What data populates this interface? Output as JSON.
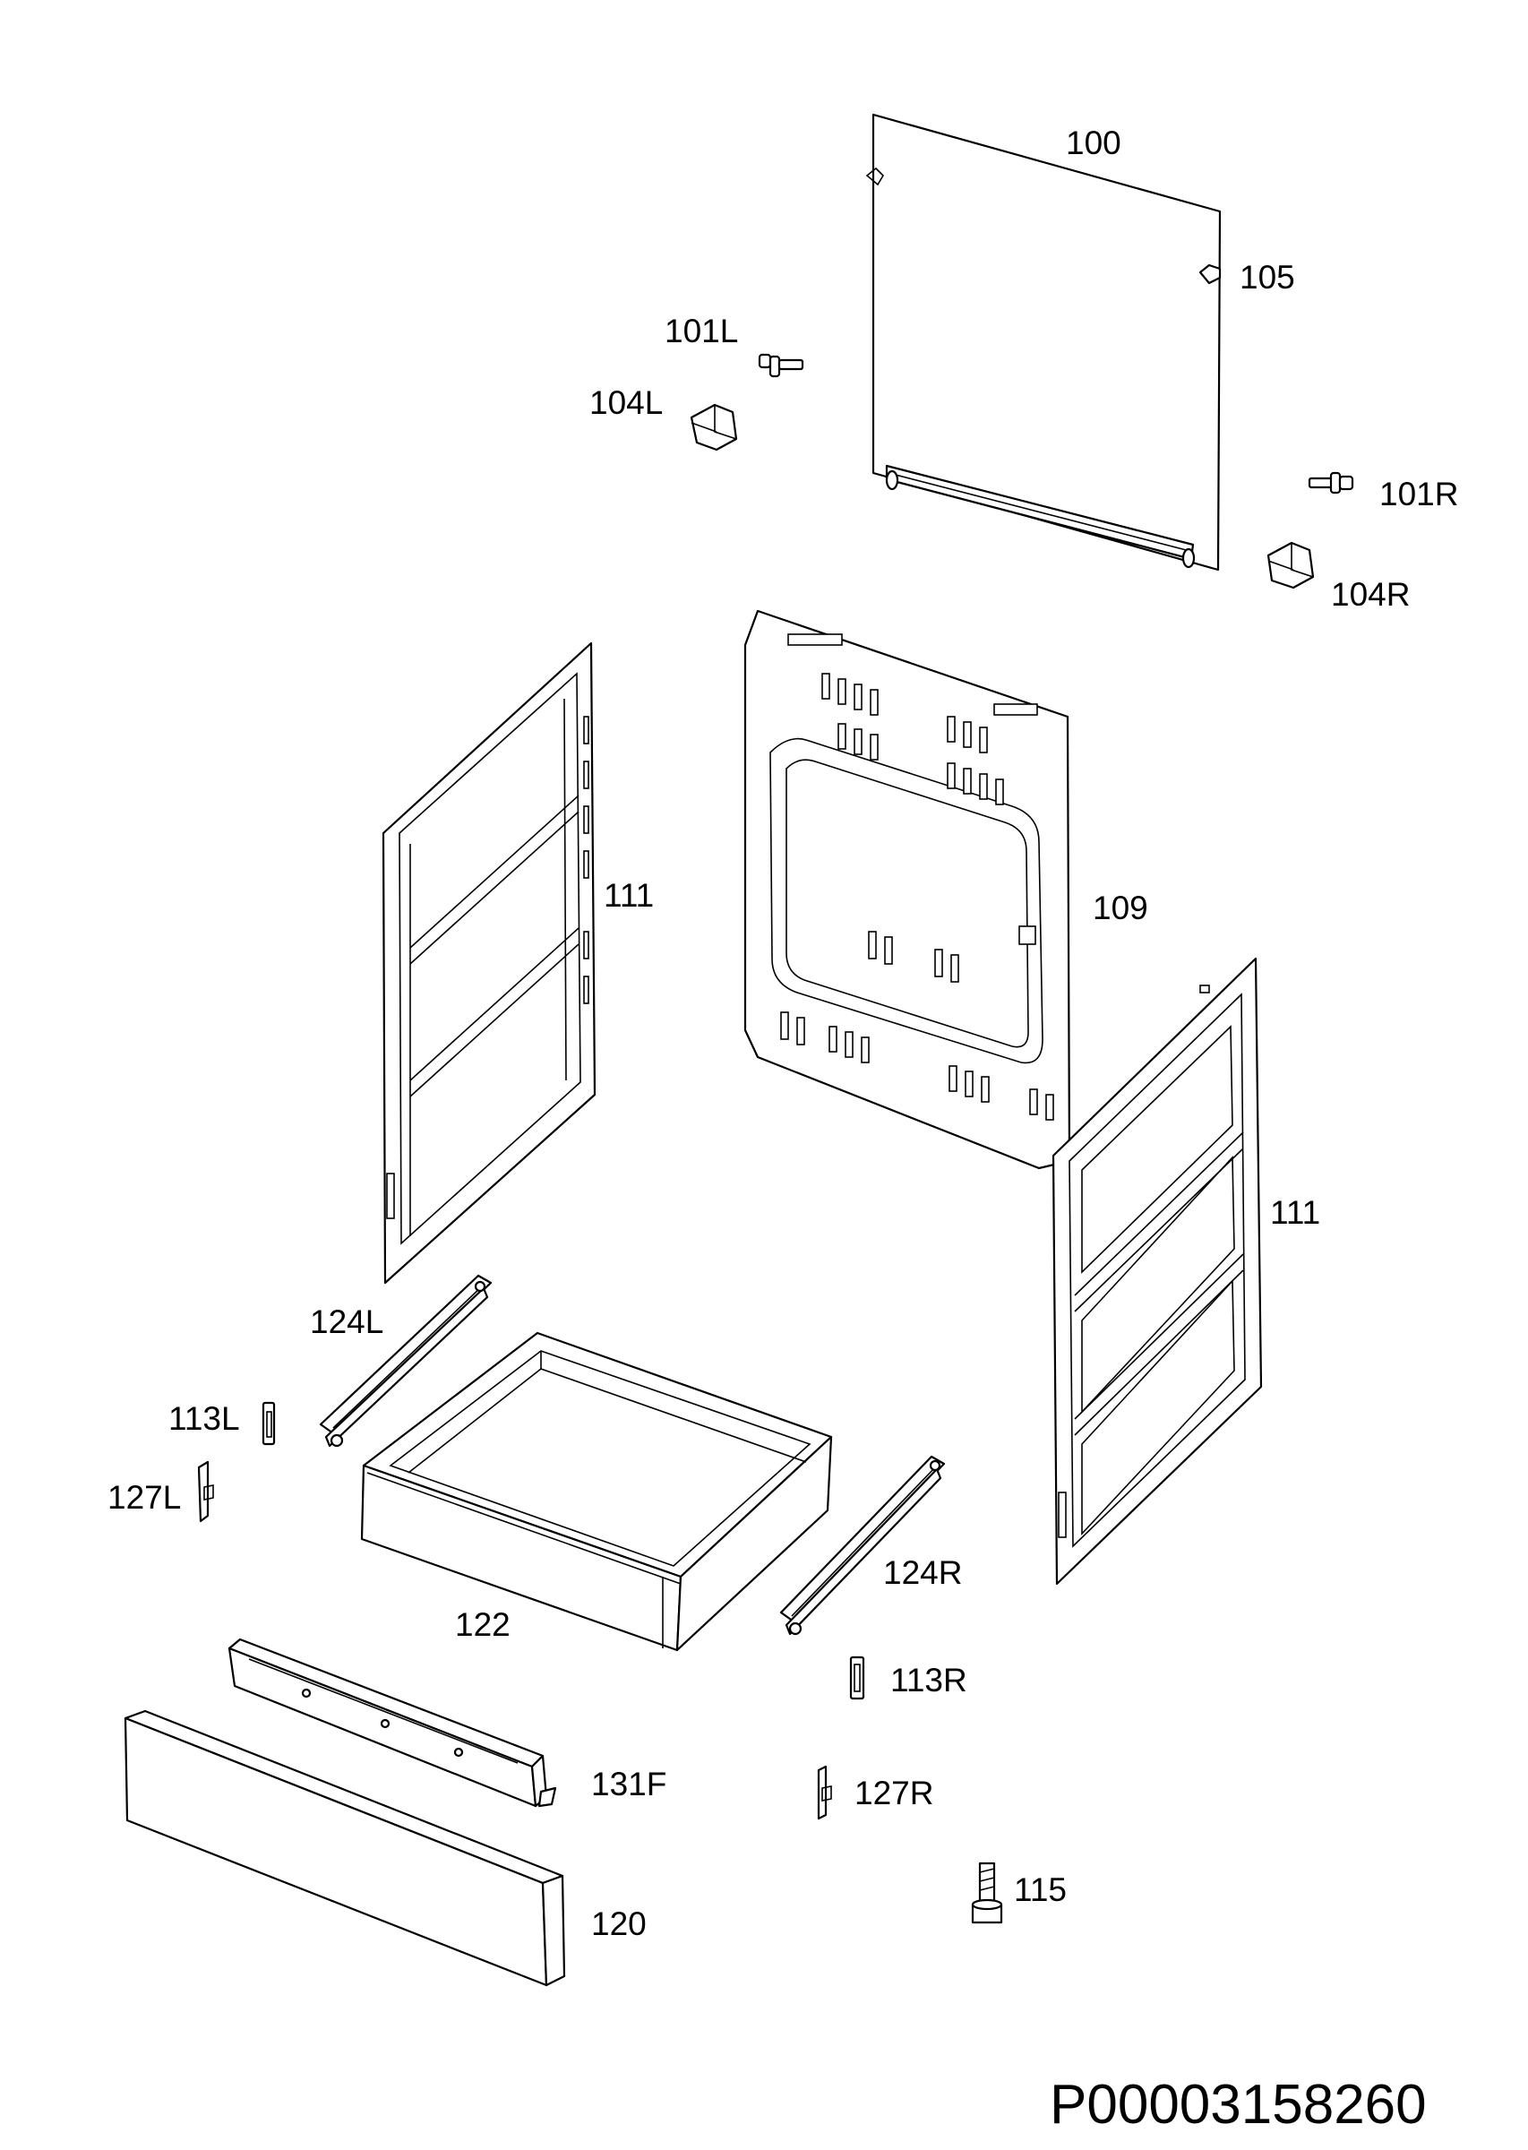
{
  "diagram": {
    "labels": {
      "p100": "100",
      "p105": "105",
      "p101L": "101L",
      "p104L": "104L",
      "p101R": "101R",
      "p104R": "104R",
      "p111_left": "111",
      "p109": "109",
      "p111_right": "111",
      "p124L": "124L",
      "p113L": "113L",
      "p127L": "127L",
      "p122": "122",
      "p124R": "124R",
      "p113R": "113R",
      "p131F": "131F",
      "p127R": "127R",
      "p115": "115",
      "p120": "120"
    },
    "document_code": "P00003158260"
  }
}
